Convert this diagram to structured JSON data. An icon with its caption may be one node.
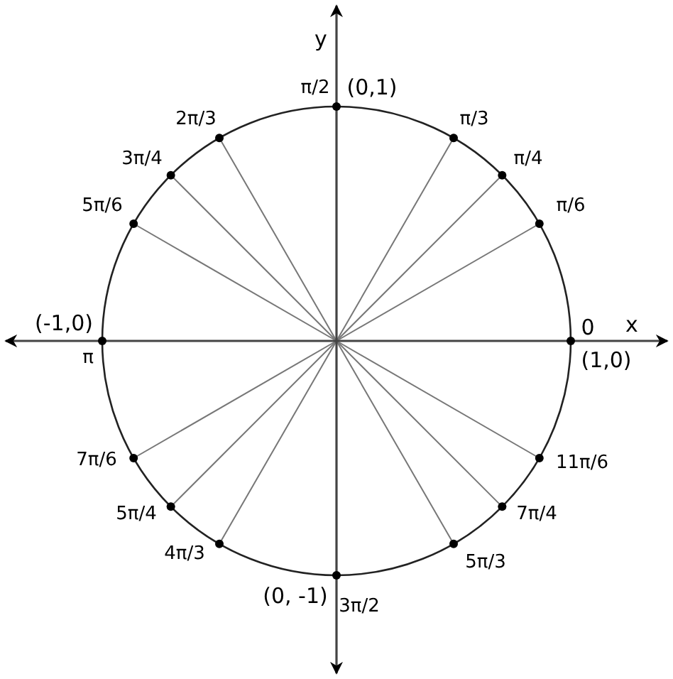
{
  "diagram": {
    "labels": [
      "y",
      "π/2",
      "(0,1)",
      "2π/3",
      "π/3",
      "3π/4",
      "π/4",
      "5π/6",
      "π/6",
      "(-1,0)",
      "0",
      "x",
      "π",
      "(1,0)",
      "7π/6",
      "11π/6",
      "5π/4",
      "7π/4",
      "4π/3",
      "5π/3",
      "(0, -1)",
      "3π/2"
    ]
  }
}
